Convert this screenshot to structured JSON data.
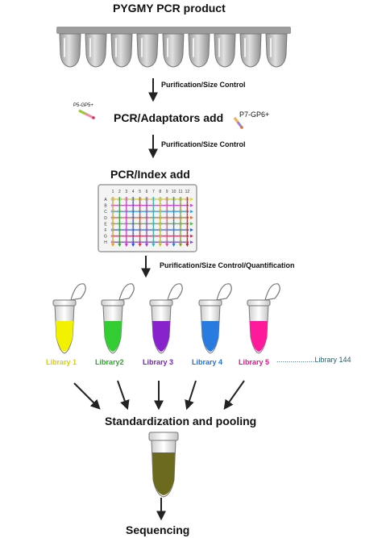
{
  "titles": {
    "product": "PYGMY PCR product",
    "adaptators": "PCR/Adaptators add",
    "index": "PCR/Index add",
    "pooling": "Standardization and pooling",
    "sequencing": "Sequencing"
  },
  "steps": {
    "step1": "Purification/Size Control",
    "step2": "Purification/Size Control",
    "step3": "Purification/Size Control/Quantification"
  },
  "adaptors": {
    "p5": "P5-GP5+",
    "p7": "P7-GP6+"
  },
  "plate": {
    "columns": [
      "1",
      "2",
      "3",
      "4",
      "5",
      "6",
      "7",
      "8",
      "9",
      "10",
      "11",
      "12"
    ],
    "rows": [
      "A",
      "B",
      "C",
      "D",
      "E",
      "F",
      "G",
      "H"
    ]
  },
  "libraries": [
    {
      "label": "Library 1",
      "color": "#f2f200"
    },
    {
      "label": "Library2",
      "color": "#33cc33"
    },
    {
      "label": "Library 3",
      "color": "#8822cc"
    },
    {
      "label": "Library 4",
      "color": "#2a7be0"
    },
    {
      "label": "Library 5",
      "color": "#ff1a9c"
    }
  ],
  "library_last": "...................Library 144",
  "colors": {
    "tube_grey": "#bcbcbc",
    "pool": "#6b6a1e",
    "library_last": "#1f5f6b"
  }
}
